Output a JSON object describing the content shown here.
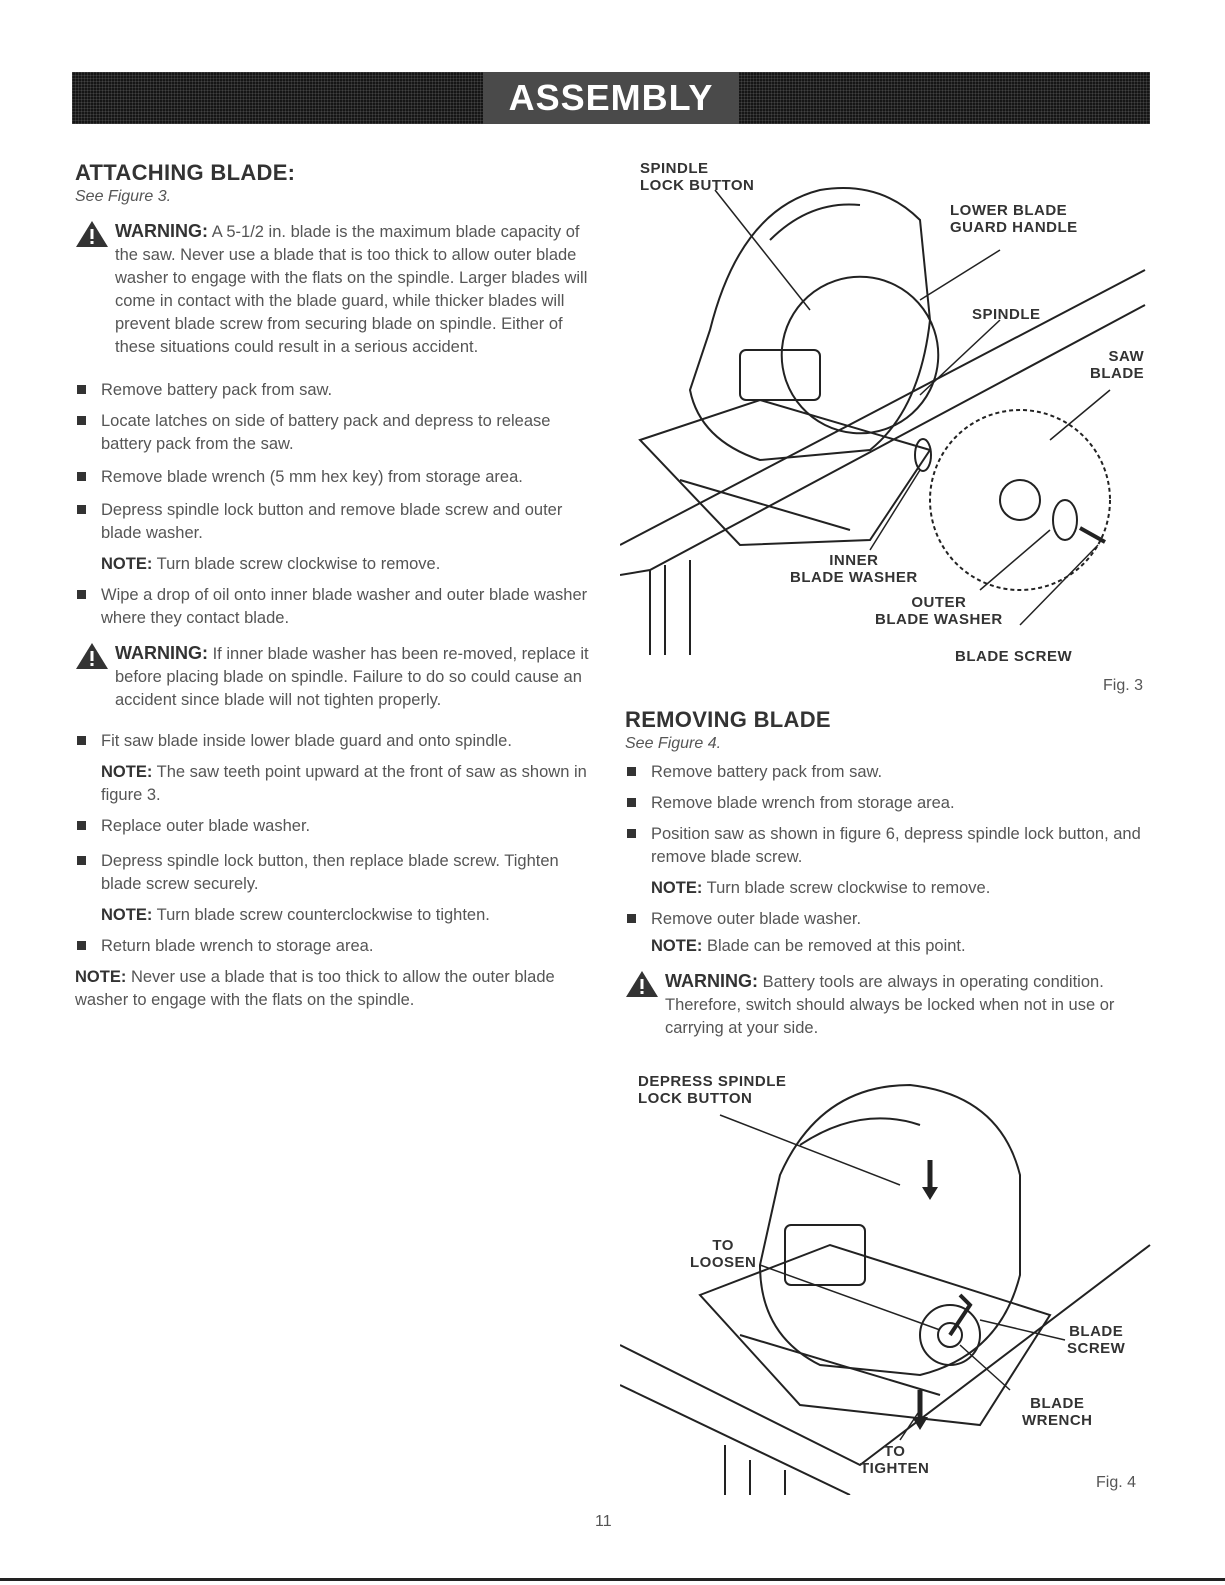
{
  "banner": {
    "title": "ASSEMBLY"
  },
  "attaching": {
    "heading": "ATTACHING BLADE:",
    "see": "See Figure 3.",
    "warning1": {
      "label": "WARNING:",
      "text": "A 5-1/2 in. blade is the maximum blade capacity of the saw. Never use a blade that is too thick to allow outer blade washer to engage with the flats on the spindle. Larger blades will come in contact with the blade guard, while thicker blades will prevent blade screw from securing blade on spindle. Either of these situations could result in a serious accident."
    },
    "steps_a": [
      "Remove battery pack from saw.",
      "Locate latches on side of battery pack and depress to release battery pack from the saw.",
      "Remove blade wrench (5 mm hex key) from storage area.",
      "Depress spindle lock button and remove blade screw and outer blade washer."
    ],
    "note1": {
      "label": "NOTE:",
      "text": "Turn blade screw clockwise to remove."
    },
    "step_oil": "Wipe a drop of oil onto inner blade washer and outer blade washer where they contact blade.",
    "warning2": {
      "label": "WARNING:",
      "text": "If inner blade washer has been re-moved, replace it before placing blade on spindle. Failure to do so could cause an accident since blade will not tighten properly."
    },
    "step_fit": "Fit saw blade inside lower blade guard and onto spindle.",
    "note2": {
      "label": "NOTE:",
      "text": "The saw teeth point upward at the front of saw as shown in figure 3."
    },
    "step_replace": "Replace outer blade washer.",
    "step_depress": "Depress spindle lock button, then replace blade screw. Tighten blade screw securely.",
    "note3": {
      "label": "NOTE:",
      "text": "Turn blade screw counterclockwise to tighten."
    },
    "step_return": "Return blade wrench to storage area.",
    "note_final": {
      "label": "NOTE:",
      "text": "Never use a blade that is too thick to allow the outer blade washer to engage with the flats on the spindle."
    }
  },
  "fig3": {
    "caption": "Fig. 3",
    "labels": {
      "spindle_lock": [
        "SPINDLE",
        "LOCK BUTTON"
      ],
      "lower_guard": [
        "LOWER BLADE",
        "GUARD HANDLE"
      ],
      "spindle": "SPINDLE",
      "saw_blade": [
        "SAW",
        "BLADE"
      ],
      "inner_washer": [
        "INNER",
        "BLADE WASHER"
      ],
      "outer_washer": [
        "OUTER",
        "BLADE WASHER"
      ],
      "blade_screw": "BLADE SCREW"
    }
  },
  "removing": {
    "heading": "REMOVING BLADE",
    "see": "See Figure 4.",
    "steps": [
      "Remove battery pack from saw.",
      "Remove blade wrench from storage area.",
      "Position saw as shown in figure 6, depress spindle lock button, and remove blade screw."
    ],
    "note1": {
      "label": "NOTE:",
      "text": "Turn blade screw clockwise to remove."
    },
    "step_outer": "Remove outer blade washer.",
    "note2": {
      "label": "NOTE:",
      "text": "Blade can be removed at this point."
    },
    "warning": {
      "label": "WARNING:",
      "text": "Battery tools are always in operating condition. Therefore, switch should always be locked when not in use or carrying at your side."
    }
  },
  "fig4": {
    "caption": "Fig. 4",
    "labels": {
      "depress": [
        "DEPRESS SPINDLE",
        "LOCK BUTTON"
      ],
      "loosen": [
        "TO",
        "LOOSEN"
      ],
      "blade_screw": [
        "BLADE",
        "SCREW"
      ],
      "blade_wrench": [
        "BLADE",
        "WRENCH"
      ],
      "tighten": [
        "TO",
        "TIGHTEN"
      ]
    }
  },
  "page_number": "11"
}
